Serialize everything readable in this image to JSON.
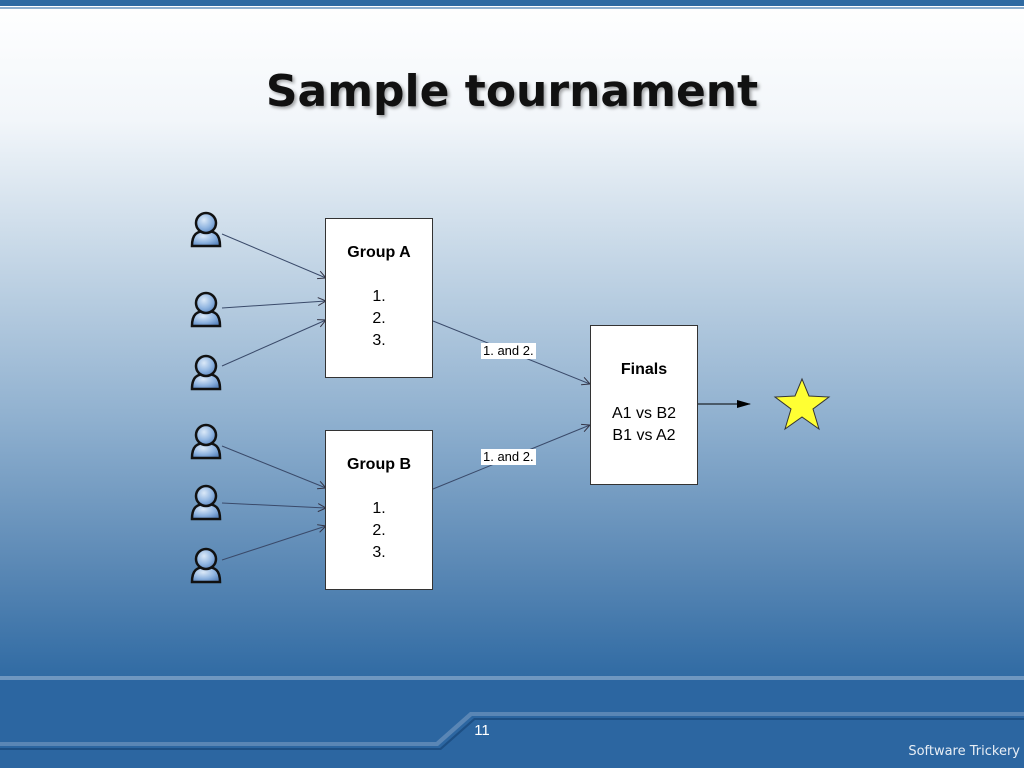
{
  "slide": {
    "title": "Sample tournament",
    "page_number": "11",
    "brand": "Software Trickery"
  },
  "diagram": {
    "group_a": {
      "heading": "Group A",
      "ranks": [
        "1.",
        "2.",
        "3."
      ]
    },
    "group_b": {
      "heading": "Group B",
      "ranks": [
        "1.",
        "2.",
        "3."
      ]
    },
    "finals": {
      "heading": "Finals",
      "matches": [
        "A1 vs B2",
        "B1 vs A2"
      ]
    },
    "edge_labels": {
      "group_a_to_finals": "1. and 2.",
      "group_b_to_finals": "1. and 2."
    },
    "icons": {
      "player": "person-icon",
      "winner": "star-icon"
    },
    "colors": {
      "star_fill": "#ffff33",
      "player_fill": "#8fb4e0",
      "box_fill": "#ffffff"
    }
  }
}
